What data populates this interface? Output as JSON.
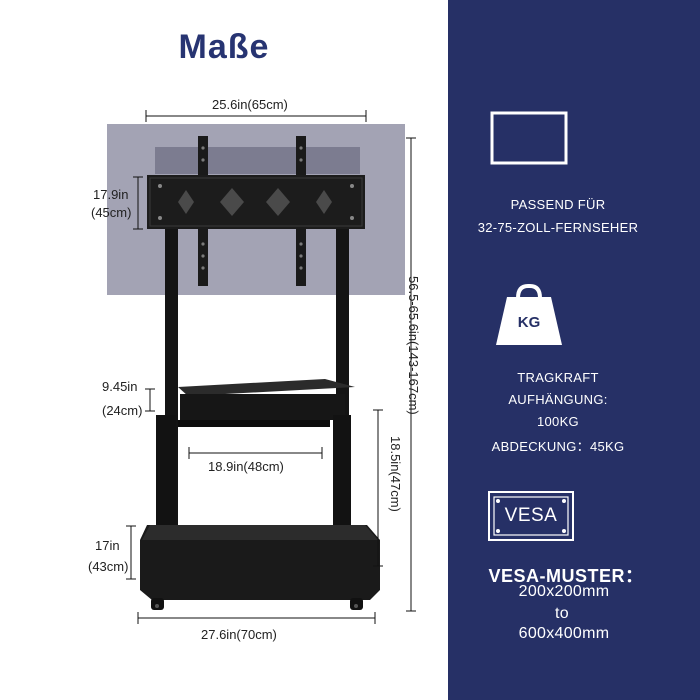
{
  "title": "Maße",
  "dimensions": {
    "top_width": "25.6in(65cm)",
    "mount_height": [
      "17.9in",
      "(45cm)"
    ],
    "total_height": "56.5-65.6in(143-167cm)",
    "shelf_gap": [
      "9.45in",
      "(24cm)"
    ],
    "shelf_width": "18.9in(48cm)",
    "shelf_height": "18.5in(47cm)",
    "base_height": [
      "17in",
      "(43cm)"
    ],
    "base_width": "27.6in(70cm)"
  },
  "panel": {
    "fit_label": "PASSEND FÜR",
    "fit_value": "32-75-ZOLL-FERNSEHER",
    "weight_icon_text": "KG",
    "load_label": "TRAGKRAFT",
    "load_mount_label": "AUFHÄNGUNG:",
    "load_mount_value": "100KG",
    "load_cover": "ABDECKUNG：45KG",
    "vesa_icon_text": "VESA",
    "vesa_label": "VESA-MUSTER：",
    "vesa_min": "200x200mm",
    "vesa_to": "to",
    "vesa_max": "600x400mm"
  },
  "colors": {
    "panel_bg": "#263066",
    "title": "#273472",
    "tv_gray": "#9a9aaf"
  }
}
